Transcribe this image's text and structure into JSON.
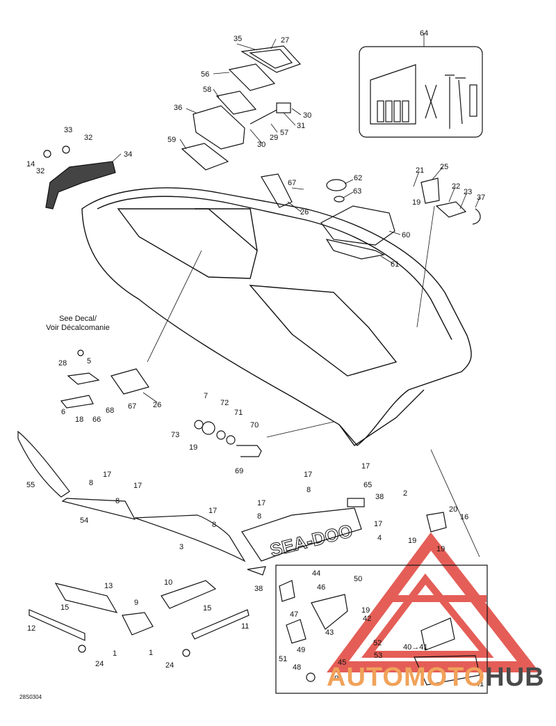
{
  "diagram": {
    "decal_note_line1": "See Decal/",
    "decal_note_line2": "Voir Décalcomanie",
    "drawing_code": "28S0304",
    "watermark": {
      "part1": "AUTOMOTO",
      "part2": "HUB",
      "color_primary": "#f0a25a",
      "color_accent": "#4a4a4a",
      "triangle_color": "#e0423a"
    },
    "hull_decal_text": "SEA-DOO",
    "callouts": [
      {
        "id": "c35",
        "text": "35"
      },
      {
        "id": "c27",
        "text": "27"
      },
      {
        "id": "c64",
        "text": "64"
      },
      {
        "id": "c56",
        "text": "56"
      },
      {
        "id": "c58",
        "text": "58"
      },
      {
        "id": "c36",
        "text": "36"
      },
      {
        "id": "c30a",
        "text": "30"
      },
      {
        "id": "c31",
        "text": "31"
      },
      {
        "id": "c57",
        "text": "57"
      },
      {
        "id": "c30b",
        "text": "30"
      },
      {
        "id": "c29",
        "text": "29"
      },
      {
        "id": "c59",
        "text": "59"
      },
      {
        "id": "c33",
        "text": "33"
      },
      {
        "id": "c32a",
        "text": "32"
      },
      {
        "id": "c34",
        "text": "34"
      },
      {
        "id": "c14",
        "text": "14"
      },
      {
        "id": "c32b",
        "text": "32"
      },
      {
        "id": "c67a",
        "text": "67"
      },
      {
        "id": "c26a",
        "text": "26"
      },
      {
        "id": "c62",
        "text": "62"
      },
      {
        "id": "c63",
        "text": "63"
      },
      {
        "id": "c60",
        "text": "60"
      },
      {
        "id": "c61",
        "text": "61"
      },
      {
        "id": "c21",
        "text": "21"
      },
      {
        "id": "c25",
        "text": "25"
      },
      {
        "id": "c22",
        "text": "22"
      },
      {
        "id": "c23",
        "text": "23"
      },
      {
        "id": "c37",
        "text": "37"
      },
      {
        "id": "c19a",
        "text": "19"
      },
      {
        "id": "c28",
        "text": "28"
      },
      {
        "id": "c5",
        "text": "5"
      },
      {
        "id": "c6",
        "text": "6"
      },
      {
        "id": "c18",
        "text": "18"
      },
      {
        "id": "c66",
        "text": "66"
      },
      {
        "id": "c68",
        "text": "68"
      },
      {
        "id": "c67b",
        "text": "67"
      },
      {
        "id": "c26b",
        "text": "26"
      },
      {
        "id": "c7",
        "text": "7"
      },
      {
        "id": "c72",
        "text": "72"
      },
      {
        "id": "c71",
        "text": "71"
      },
      {
        "id": "c70",
        "text": "70"
      },
      {
        "id": "c73",
        "text": "73"
      },
      {
        "id": "c19b",
        "text": "19"
      },
      {
        "id": "c69",
        "text": "69"
      },
      {
        "id": "c55",
        "text": "55"
      },
      {
        "id": "c17a",
        "text": "17"
      },
      {
        "id": "c8a",
        "text": "8"
      },
      {
        "id": "c17b",
        "text": "17"
      },
      {
        "id": "c8b",
        "text": "8"
      },
      {
        "id": "c54",
        "text": "54"
      },
      {
        "id": "c17c",
        "text": "17"
      },
      {
        "id": "c8c",
        "text": "8"
      },
      {
        "id": "c17d",
        "text": "17"
      },
      {
        "id": "c8d",
        "text": "8"
      },
      {
        "id": "c3",
        "text": "3"
      },
      {
        "id": "c17e",
        "text": "17"
      },
      {
        "id": "c8e",
        "text": "8"
      },
      {
        "id": "c17f",
        "text": "17"
      },
      {
        "id": "c65",
        "text": "65"
      },
      {
        "id": "c38a",
        "text": "38"
      },
      {
        "id": "c2",
        "text": "2"
      },
      {
        "id": "c17g",
        "text": "17"
      },
      {
        "id": "c4",
        "text": "4"
      },
      {
        "id": "c20",
        "text": "20"
      },
      {
        "id": "c16",
        "text": "16"
      },
      {
        "id": "c19c",
        "text": "19"
      },
      {
        "id": "c19d",
        "text": "19"
      },
      {
        "id": "c38b",
        "text": "38"
      },
      {
        "id": "c13",
        "text": "13"
      },
      {
        "id": "c10",
        "text": "10"
      },
      {
        "id": "c9",
        "text": "9"
      },
      {
        "id": "c15a",
        "text": "15"
      },
      {
        "id": "c15b",
        "text": "15"
      },
      {
        "id": "c12",
        "text": "12"
      },
      {
        "id": "c11",
        "text": "11"
      },
      {
        "id": "c1a",
        "text": "1"
      },
      {
        "id": "c1b",
        "text": "1"
      },
      {
        "id": "c24a",
        "text": "24"
      },
      {
        "id": "c24b",
        "text": "24"
      },
      {
        "id": "c44",
        "text": "44"
      },
      {
        "id": "c50",
        "text": "50"
      },
      {
        "id": "c46",
        "text": "46"
      },
      {
        "id": "c47",
        "text": "47"
      },
      {
        "id": "c19e",
        "text": "19"
      },
      {
        "id": "c42",
        "text": "42"
      },
      {
        "id": "c43",
        "text": "43"
      },
      {
        "id": "c52",
        "text": "52"
      },
      {
        "id": "c49",
        "text": "49"
      },
      {
        "id": "c53",
        "text": "53"
      },
      {
        "id": "c51",
        "text": "51"
      },
      {
        "id": "c45",
        "text": "45"
      },
      {
        "id": "c48",
        "text": "48"
      },
      {
        "id": "c39",
        "text": "39"
      },
      {
        "id": "c4041",
        "text": "40→41"
      },
      {
        "id": "c41",
        "text": "41"
      }
    ]
  }
}
